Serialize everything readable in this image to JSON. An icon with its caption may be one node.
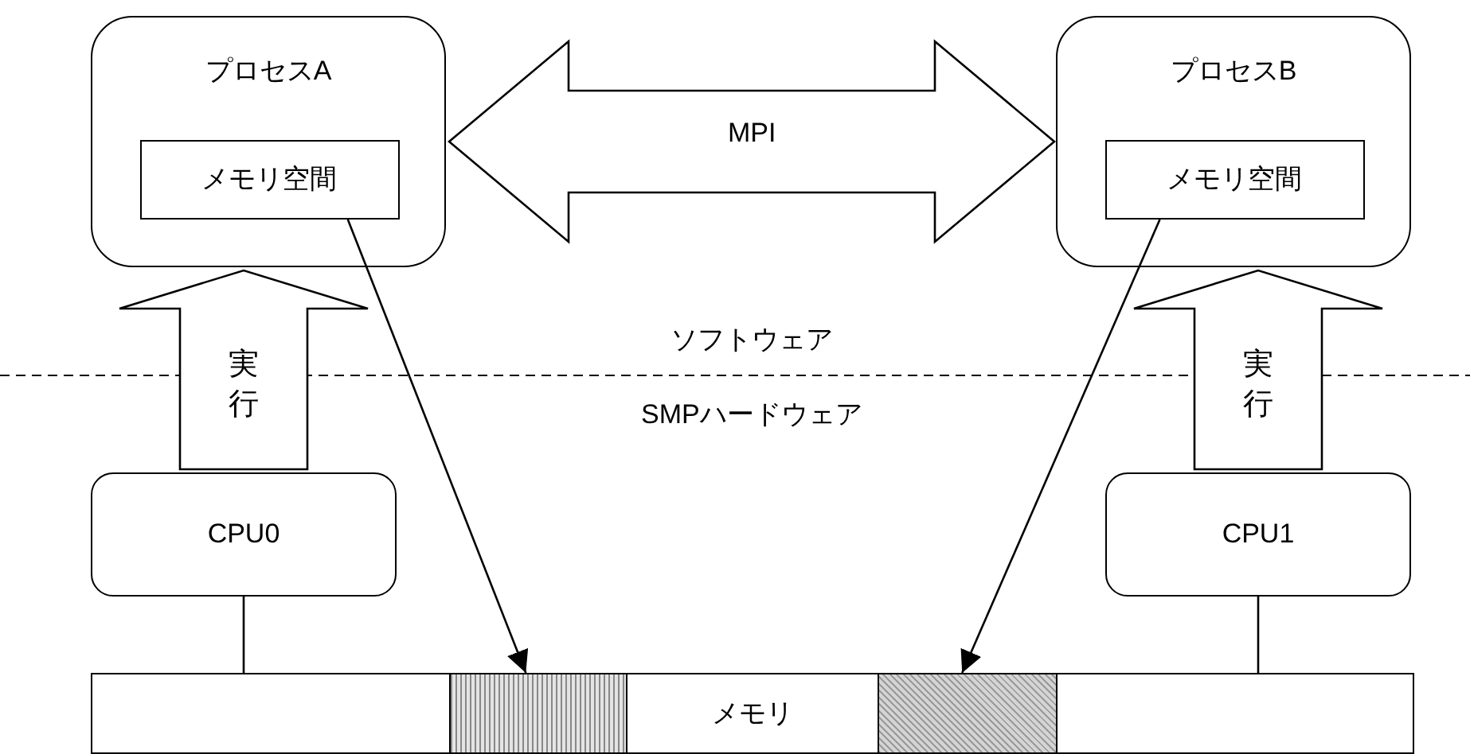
{
  "diagram": {
    "nodes": [
      {
        "text": [
          "プロセスA"
        ]
      },
      {
        "text": [
          "メモリ空間"
        ],
        "in": 0
      },
      {
        "text": [
          "プロセスB"
        ]
      },
      {
        "text": [
          "メモリ空間"
        ],
        "in": 2
      },
      {
        "text": [
          "CPU0"
        ]
      },
      {
        "text": [
          "CPU1"
        ]
      },
      {
        "text": [
          "メモリ"
        ]
      },
      {
        "text": [],
        "shape": "bar",
        "in": 6
      },
      {
        "text": [],
        "shape": "bar",
        "in": 6
      }
    ],
    "edges": [
      {
        "from": 0,
        "to": 2,
        "arrow": "both",
        "label": "MPI"
      },
      {
        "from": 4,
        "to": 0,
        "arrow": "to",
        "label": "実行"
      },
      {
        "from": 5,
        "to": 2,
        "arrow": "to",
        "label": "実行"
      },
      {
        "from": 1,
        "to": 7,
        "arrow": "to"
      },
      {
        "from": 3,
        "to": 8,
        "arrow": "to"
      },
      {
        "from": 4,
        "to": 6,
        "arrow": "none"
      },
      {
        "from": 5,
        "to": 6,
        "arrow": "none"
      }
    ],
    "labels": [
      "ソフトウェア",
      "SMPハードウェア"
    ]
  }
}
